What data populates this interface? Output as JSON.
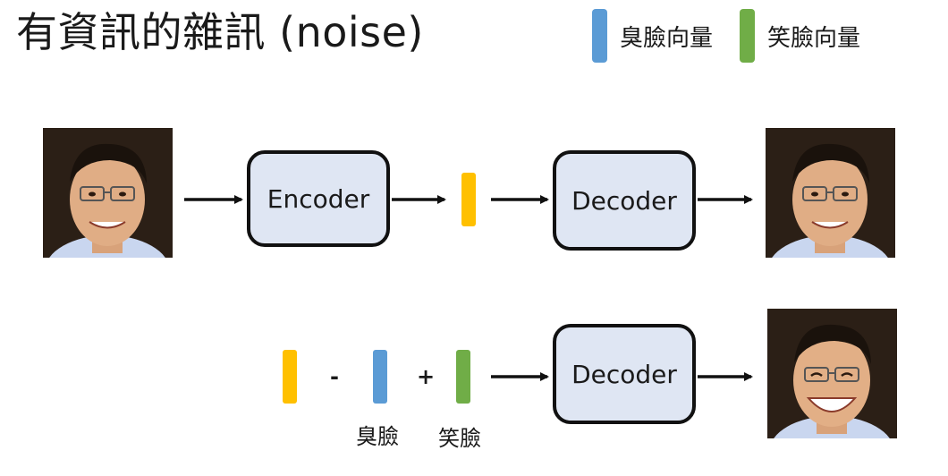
{
  "title": "有資訊的雜訊 (noise)",
  "legend": [
    {
      "label": "臭臉向量",
      "color": "#5b9bd5"
    },
    {
      "label": "笑臉向量",
      "color": "#70ad47"
    }
  ],
  "row1": {
    "encoder_label": "Encoder",
    "decoder_label": "Decoder",
    "code_vector_color": "#ffc000"
  },
  "row2": {
    "decoder_label": "Decoder",
    "minus": "-",
    "plus": "+",
    "vec1_color": "#ffc000",
    "vec2_label": "臭臉",
    "vec2_color": "#5b9bd5",
    "vec3_label": "笑臉",
    "vec3_color": "#70ad47"
  }
}
